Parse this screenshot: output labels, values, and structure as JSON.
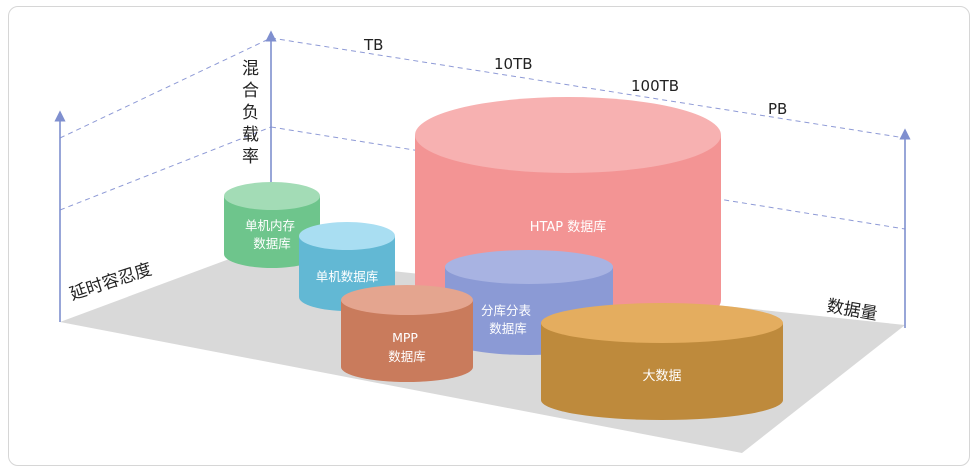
{
  "axes": {
    "latency_label": "延时容忍度",
    "workload_label": [
      "混",
      "合",
      "负",
      "载",
      "率"
    ],
    "volume_label": "数据量",
    "scale_labels": [
      "TB",
      "10TB",
      "100TB",
      "PB"
    ]
  },
  "databases": [
    {
      "id": "in-memory",
      "lines": [
        "单机内存",
        "数据库"
      ],
      "color": "#82cf9c"
    },
    {
      "id": "standalone",
      "lines": [
        "单机数据库"
      ],
      "color": "#6cc4e0"
    },
    {
      "id": "htap",
      "lines": [
        "HTAP 数据库"
      ],
      "color": "#f39494"
    },
    {
      "id": "sharding",
      "lines": [
        "分库分表",
        "数据库"
      ],
      "color": "#8b9ad5"
    },
    {
      "id": "mpp",
      "lines": [
        "MPP",
        "数据库"
      ],
      "color": "#d57d5b"
    },
    {
      "id": "bigdata",
      "lines": [
        "大数据"
      ],
      "color": "#c98e3e"
    }
  ]
}
